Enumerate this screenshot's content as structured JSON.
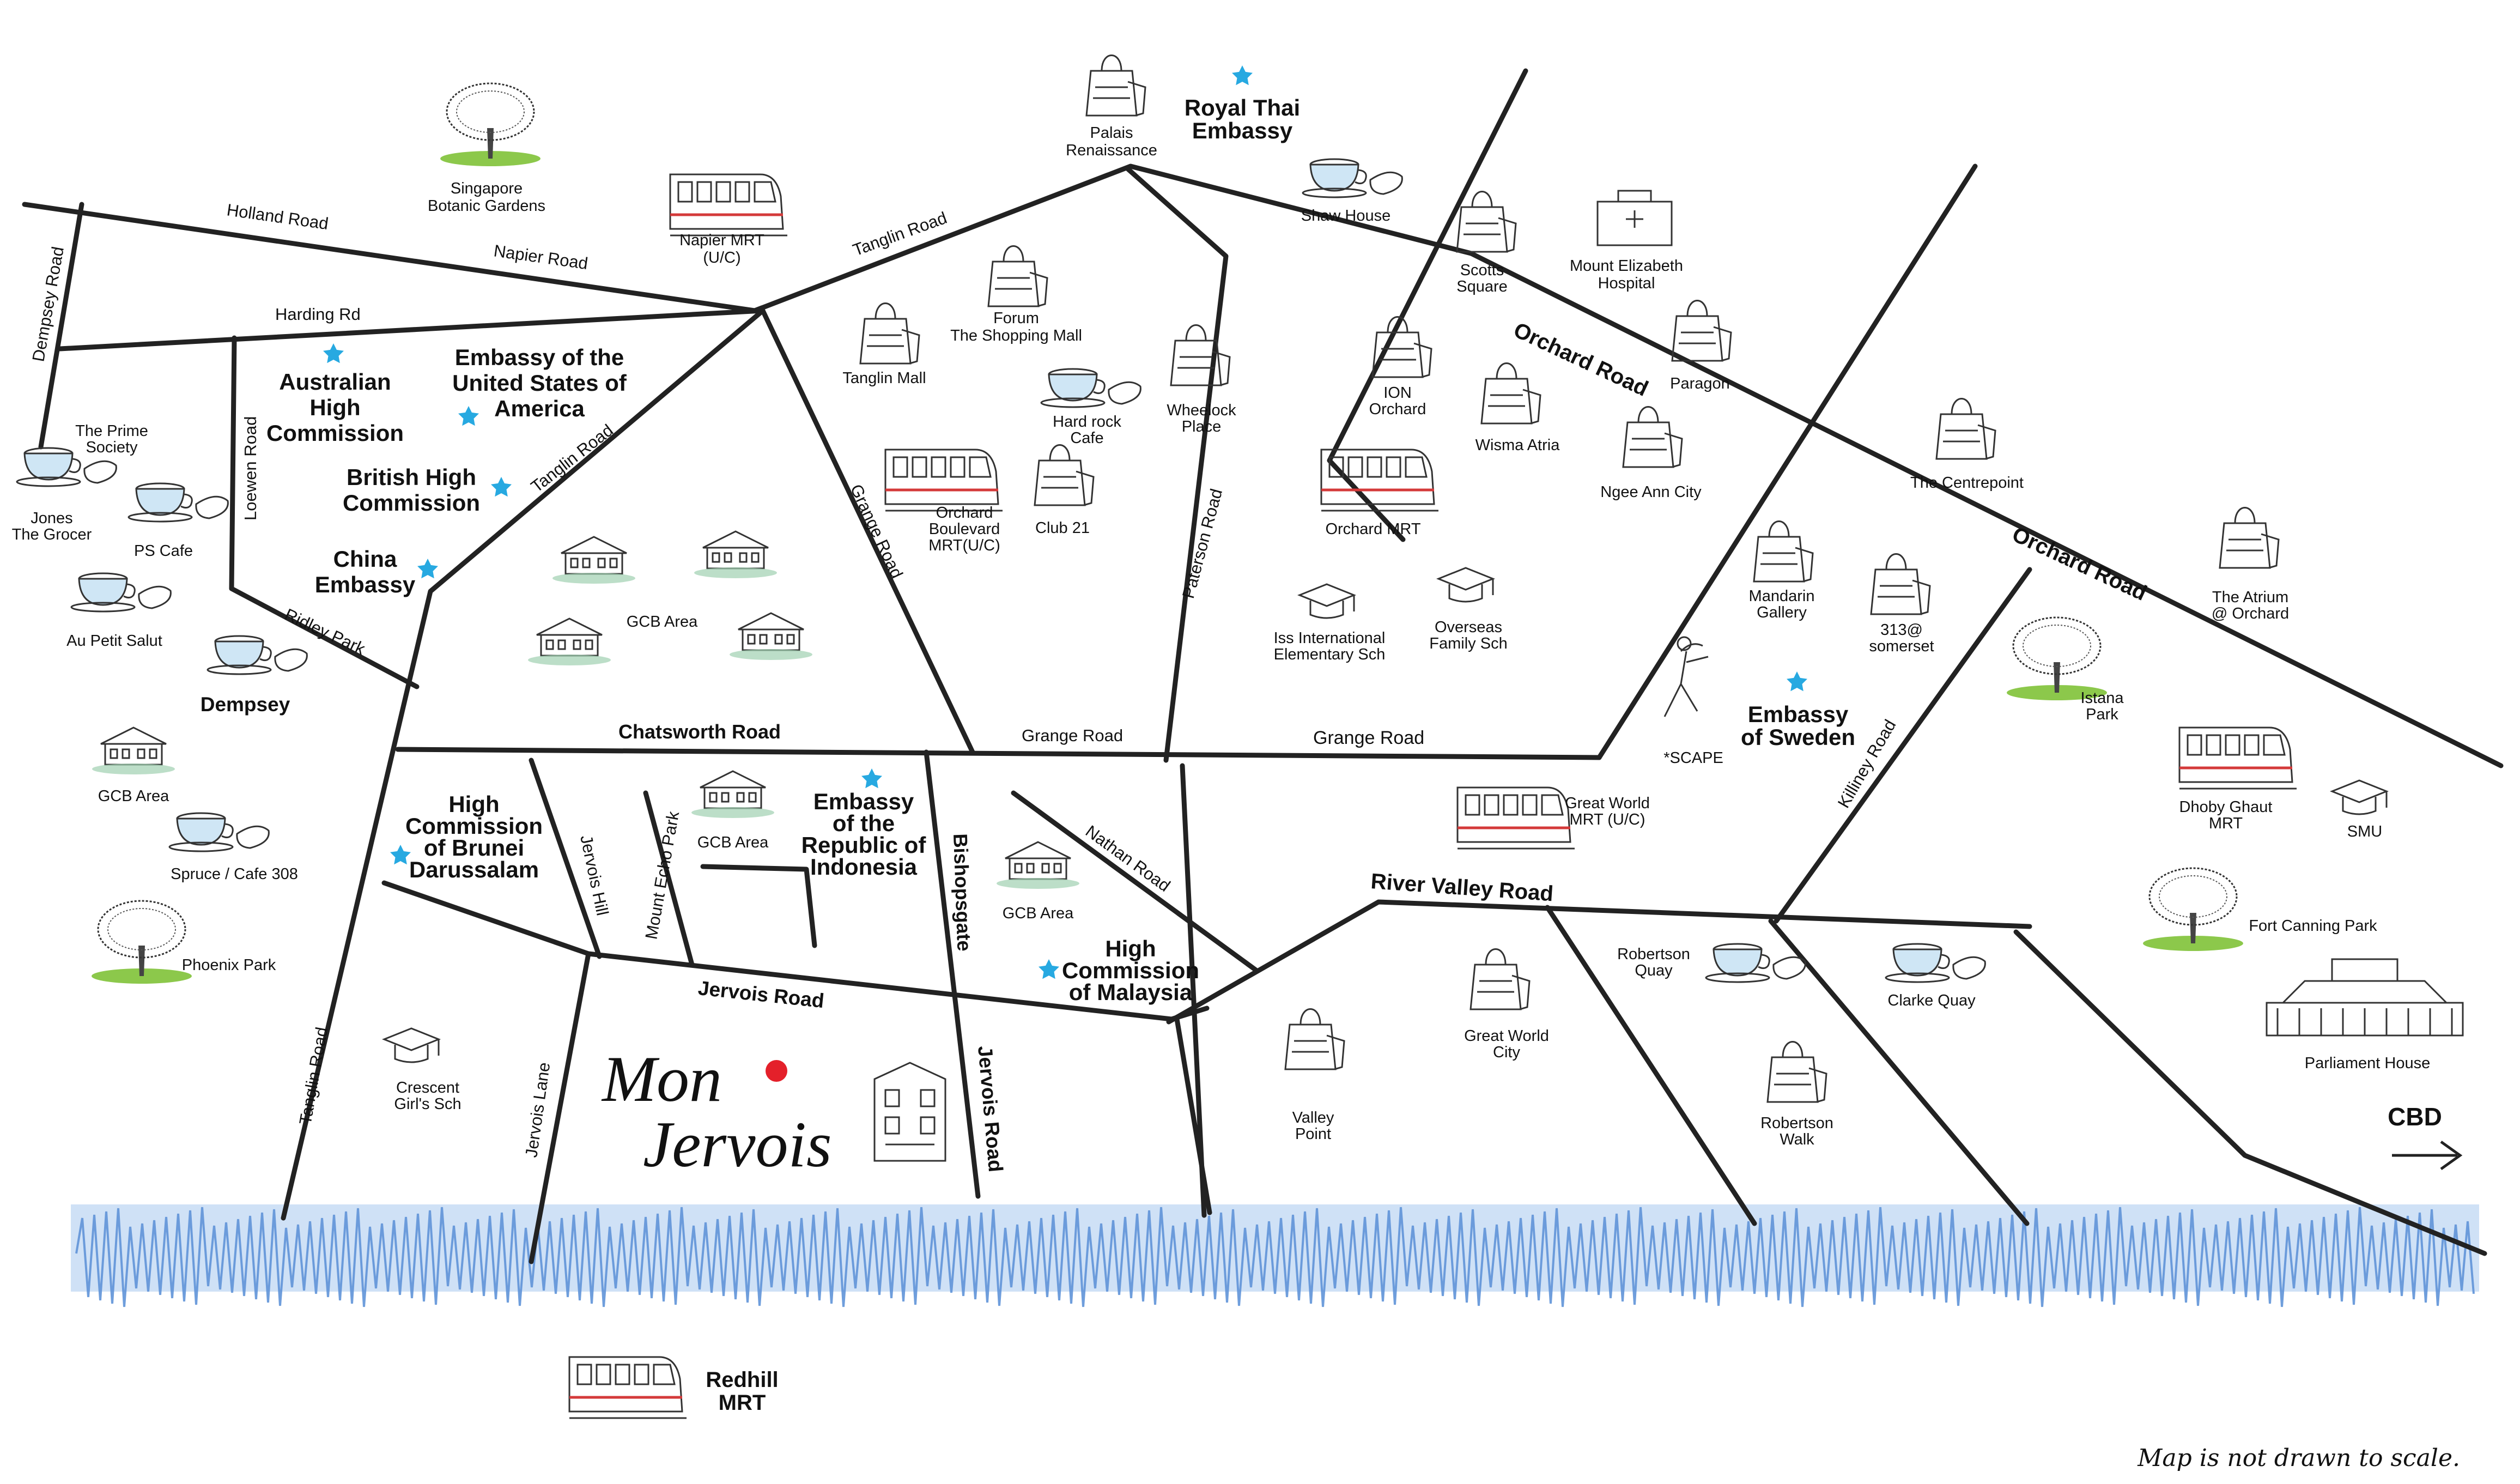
{
  "roads": {
    "holland_road": "Holland Road",
    "napier_road": "Napier Road",
    "dempsey_road": "Dempsey Road",
    "harding_rd": "Harding Rd",
    "loewen_road": "Loewen Road",
    "ridley_park": "Ridley Park",
    "tanglin_road_north": "Tanglin Road",
    "tanglin_road_mid": "Tanglin Road",
    "tanglin_road_south": "Tanglin Road",
    "grange_road_diag": "Grange Road",
    "grange_road_1": "Grange Road",
    "grange_road_2": "Grange Road",
    "paterson_road": "Paterson Road",
    "orchard_road_1": "Orchard Road",
    "orchard_road_2": "Orchard Road",
    "chatsworth_road": "Chatsworth Road",
    "jervois_hill": "Jervois Hill",
    "mount_echo_park": "Mount Echo Park",
    "jervois_road": "Jervois Road",
    "jervois_road_vertical": "Jervois Road",
    "bishopsgate": "Bishopsgate",
    "nathan_road": "Nathan Road",
    "river_valley_road": "River Valley Road",
    "killiney_road": "Killiney Road",
    "jervois_lane": "Jervois Lane"
  },
  "places": {
    "botanic_gardens": [
      "Singapore",
      "Botanic Gardens"
    ],
    "napier_mrt": [
      "Napier MRT",
      "(U/C)"
    ],
    "palais": [
      "Palais",
      "Renaissance"
    ],
    "royal_thai": [
      "Royal Thai",
      "Embassy"
    ],
    "shaw_house": "Shaw House",
    "scotts_square": [
      "Scotts",
      "Square"
    ],
    "mount_elizabeth": [
      "Mount Elizabeth",
      "Hospital"
    ],
    "paragon": "Paragon",
    "forum": [
      "Forum",
      "The Shopping Mall"
    ],
    "tanglin_mall": "Tanglin Mall",
    "hard_rock": [
      "Hard rock",
      "Cafe"
    ],
    "wheelock": [
      "Wheelock",
      "Place"
    ],
    "ion": [
      "ION",
      "Orchard"
    ],
    "wisma": "Wisma Atria",
    "ngee_ann": "Ngee Ann City",
    "centrepoint": "The Centrepoint",
    "orchard_boulevard": [
      "Orchard",
      "Boulevard",
      "MRT(U/C)"
    ],
    "club21": "Club 21",
    "orchard_mrt": "Orchard MRT",
    "mandarin": [
      "Mandarin",
      "Gallery"
    ],
    "somerset": [
      "313@",
      "somerset"
    ],
    "atrium": [
      "The Atrium",
      "@ Orchard"
    ],
    "iss": [
      "Iss International",
      "Elementary Sch"
    ],
    "overseas": [
      "Overseas",
      "Family Sch"
    ],
    "scape": "*SCAPE",
    "embassy_sweden": [
      "Embassy",
      "of Sweden"
    ],
    "istana": [
      "Istana",
      "Park"
    ],
    "dhoby": [
      "Dhoby Ghaut",
      "MRT"
    ],
    "smu": "SMU",
    "australian": [
      "Australian",
      "High",
      "Commission"
    ],
    "usa": [
      "Embassy of the",
      "United States of",
      "America"
    ],
    "british": [
      "British High",
      "Commission"
    ],
    "china": [
      "China",
      "Embassy"
    ],
    "prime_society": [
      "The Prime",
      "Society"
    ],
    "jones": [
      "Jones",
      "The Grocer"
    ],
    "ps_cafe": "PS Cafe",
    "au_petit": "Au Petit Salut",
    "dempsey": "Dempsey",
    "gcb_west": "GCB Area",
    "spruce": "Spruce / Cafe 308",
    "phoenix": "Phoenix Park",
    "gcb_centre": "GCB Area",
    "brunei": [
      "High",
      "Commission",
      "of Brunei",
      "Darussalam"
    ],
    "gcb_jervois": "GCB Area",
    "indonesia": [
      "Embassy",
      "of the",
      "Republic of",
      "Indonesia"
    ],
    "gcb_nathan": "GCB Area",
    "malaysia": [
      "High",
      "Commission",
      "of Malaysia"
    ],
    "great_world_mrt": [
      "Great World",
      "MRT (U/C)"
    ],
    "robertson_quay": [
      "Robertson",
      "Quay"
    ],
    "clarke_quay": "Clarke Quay",
    "fort_canning": "Fort Canning Park",
    "parliament": "Parliament House",
    "great_world_city": [
      "Great World",
      "City"
    ],
    "valley_point": [
      "Valley",
      "Point"
    ],
    "robertson_walk": [
      "Robertson",
      "Walk"
    ],
    "crescent": [
      "Crescent",
      "Girl's Sch"
    ],
    "cbd": "CBD",
    "redhill": [
      "Redhill",
      "MRT"
    ]
  },
  "logo": {
    "word1": "Mon",
    "word2": "Jervois"
  },
  "note": "Map is not drawn to scale.",
  "colors": {
    "star": "#27a9e1",
    "dot": "#e4202a",
    "river": "#6fa0dc",
    "grass": "#8cc84b"
  }
}
